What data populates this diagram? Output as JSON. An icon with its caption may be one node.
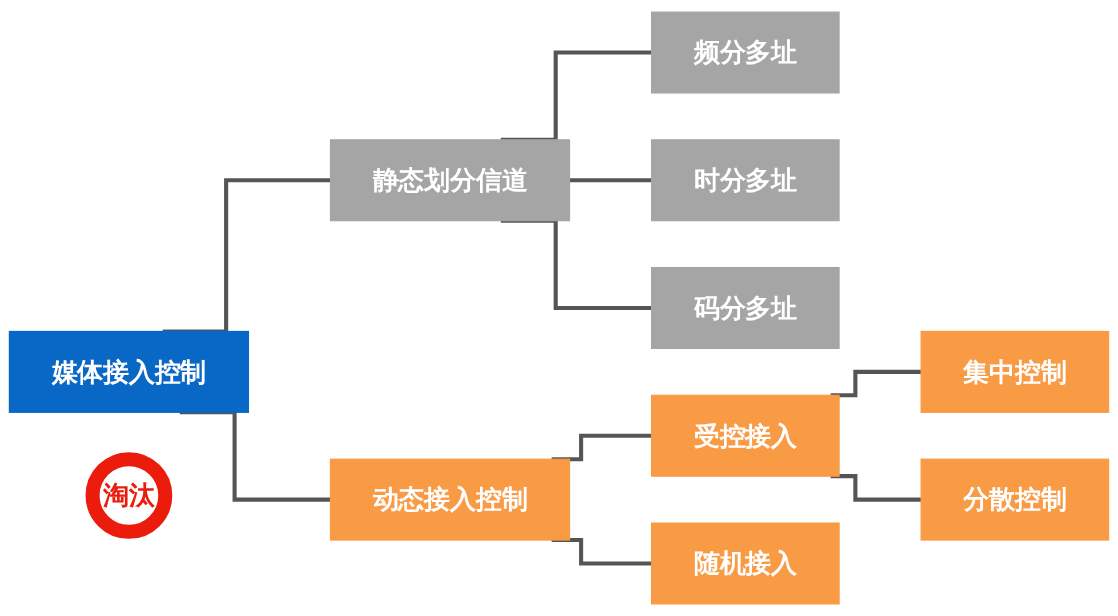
{
  "diagram": {
    "nodes": [
      {
        "text": [
          "媒体接入控制"
        ]
      },
      {
        "text": [
          "静态划分信道"
        ]
      },
      {
        "text": [
          "频分多址"
        ]
      },
      {
        "text": [
          "时分多址"
        ]
      },
      {
        "text": [
          "码分多址"
        ]
      },
      {
        "text": [
          "动态接入控制"
        ]
      },
      {
        "text": [
          "受控接入"
        ]
      },
      {
        "text": [
          "集中控制"
        ]
      },
      {
        "text": [
          "分散控制"
        ]
      },
      {
        "text": [
          "随机接入"
        ]
      },
      {
        "text": [
          "淘汰"
        ]
      }
    ],
    "edges": [
      {
        "from": 0,
        "to": 1,
        "arrow": "none"
      },
      {
        "from": 0,
        "to": 5,
        "arrow": "none"
      },
      {
        "from": 1,
        "to": 2,
        "arrow": "none"
      },
      {
        "from": 1,
        "to": 3,
        "arrow": "none"
      },
      {
        "from": 1,
        "to": 4,
        "arrow": "none"
      },
      {
        "from": 5,
        "to": 6,
        "arrow": "none"
      },
      {
        "from": 5,
        "to": 9,
        "arrow": "none"
      },
      {
        "from": 6,
        "to": 7,
        "arrow": "none"
      },
      {
        "from": 6,
        "to": 8,
        "arrow": "none"
      }
    ]
  }
}
